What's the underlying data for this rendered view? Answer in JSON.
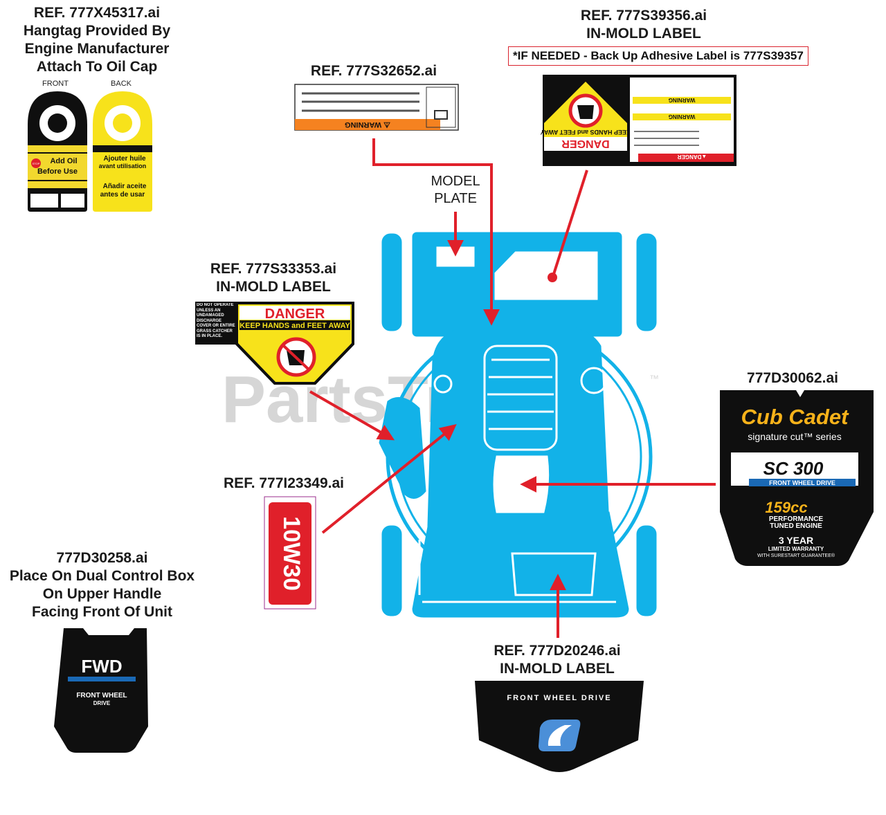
{
  "captions": {
    "hangtag": "REF. 777X45317.ai\nHangtag Provided By\nEngine Manufacturer\nAttach To Oil Cap",
    "warning_label": "REF. 777S32652.ai",
    "inmold_top": "REF. 777S39356.ai\nIN-MOLD LABEL",
    "backup_note": "*IF NEEDED - Back Up Adhesive Label is 777S39357",
    "model_plate": "MODEL\nPLATE",
    "danger_label": "REF. 777S33353.ai\nIN-MOLD LABEL",
    "cubcadet_label": "777D30062.ai",
    "oil_label": "REF. 777I23349.ai",
    "fwd_label": "777D30258.ai\nPlace On Dual Control Box\nOn Upper Handle\nFacing Front Of Unit",
    "fwd_inmold": "REF. 777D20246.ai\nIN-MOLD LABEL"
  },
  "hangtag": {
    "front": "FRONT",
    "back": "BACK",
    "front_text": "Add Oil\nBefore Use",
    "back_text_fr": "Ajouter huile\navant utilisation",
    "back_text_es": "Añadir aceite\nantes de usar",
    "stop": "STOP"
  },
  "warning_sticker": {
    "title": "⚠ WARNING"
  },
  "danger_sticker": {
    "side_text": "DO NOT OPERATE UNLESS AN UNDAMAGED DISCHARGE COVER OR ENTIRE GRASS CATCHER IS IN PLACE.",
    "title": "DANGER",
    "subtitle": "KEEP HANDS and FEET AWAY"
  },
  "inmold_sticker": {
    "danger": "DANGER",
    "keep": "KEEP HANDS and FEET AWAY",
    "warning1": "WARNING",
    "warning2": "WARNING",
    "danger_small": "▲DANGER"
  },
  "oil_sticker": {
    "text": "10W30"
  },
  "cubcadet_sticker": {
    "brand": "Cub Cadet",
    "series": "signature cut™ series",
    "model": "SC 300",
    "drive": "FRONT WHEEL DRIVE",
    "engine": "159cc",
    "perf1": "PERFORMANCE",
    "perf2": "TUNED ENGINE",
    "warranty1": "3 YEAR",
    "warranty2": "LIMITED WARRANTY",
    "warranty3": "WITH SURESTART GUARANTEE®"
  },
  "fwd_sticker": {
    "big": "FWD",
    "line1": "FRONT WHEEL",
    "line2": "DRIVE"
  },
  "fwd_inmold_sticker": {
    "text": "FRONT WHEEL DRIVE"
  },
  "watermark": {
    "text": "PartsTree",
    "tm": "™"
  },
  "colors": {
    "mower": "#12b2e8",
    "arrow": "#e0202a",
    "danger_yellow": "#f7e21b"
  }
}
